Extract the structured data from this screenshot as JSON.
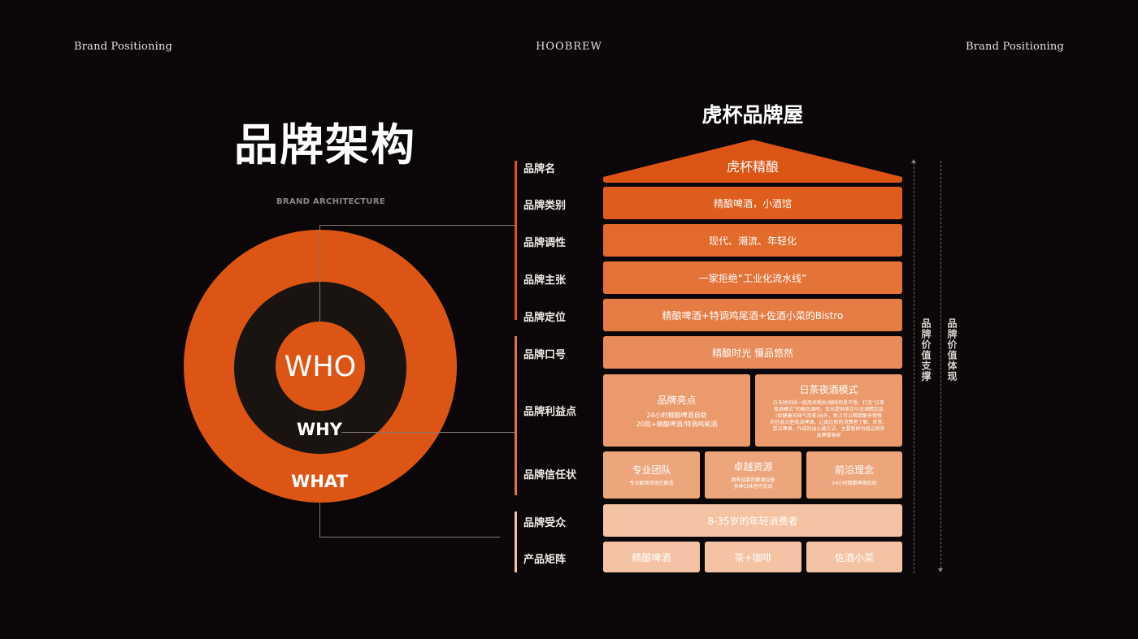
{
  "header": {
    "left": "Brand Positioning",
    "center": "HOOBREW",
    "right": "Brand Positioning"
  },
  "left_panel": {
    "title": "品牌架构",
    "subtitle": "BRAND ARCHITECTURE",
    "rings": {
      "inner": "WHO",
      "middle": "WHY",
      "outer": "WHAT"
    }
  },
  "house": {
    "title": "虎杯品牌屋",
    "roof": "虎杯精酿",
    "labels": {
      "name": "品牌名",
      "category": "品牌类别",
      "tone": "品牌调性",
      "proposition": "品牌主张",
      "positioning": "品牌定位",
      "slogan": "品牌口号",
      "benefits": "品牌利益点",
      "trust": "品牌信任状",
      "audience": "品牌受众",
      "products": "产品矩阵"
    },
    "rows": {
      "category": "精酿啤酒，小酒馆",
      "tone": "现代、潮流、年轻化",
      "proposition": "一家拒绝“工业化流水线”",
      "positioning": "精酿啤酒+特调鸡尾酒+佐酒小菜的Bistro",
      "slogan": "精酿时光 慢品悠然"
    },
    "benefits": [
      {
        "title": "品牌亮点",
        "lines": [
          "24小时精酿啤酒自助",
          "20款+精酿啤酒/特调鸡尾酒"
        ]
      },
      {
        "title": "日茶夜酒模式",
        "lines": [
          "白天时间段一般用来喝水/咖啡但是不想，打造“日茶",
          "夜酒模式”的概念酒吧，白天提供茶饮与无酒精饮品",
          "(如健康风味气泡茶)出外，晚上可以喝精酿来慢慢",
          "的信息大胆挑战啤酒，让周边新的消费者了解、欣赏、",
          "尝试啤酒，作成别出心裁方式，主要客群为周边商务",
          "品牌餐客群"
        ]
      }
    ],
    "trust": [
      {
        "title": "专业团队",
        "lines": [
          "专业酿酒师现在酿造"
        ]
      },
      {
        "title": "卓越资源",
        "lines": [
          "拥有成套的酿酒设备",
          "多种口味皆可实现"
        ]
      },
      {
        "title": "前沿理念",
        "lines": [
          "24小时精酿啤酒自助"
        ]
      }
    ],
    "audience": "8-35岁的年轻消费者",
    "products": [
      "精酿啤酒",
      "茶+咖啡",
      "佐酒小菜"
    ],
    "side_support": "品牌价值支撑",
    "side_value": "品牌价值体现"
  },
  "colors": {
    "background": "#0b0708",
    "accent": "#dd5514",
    "ring_dark": "#1a1411"
  }
}
